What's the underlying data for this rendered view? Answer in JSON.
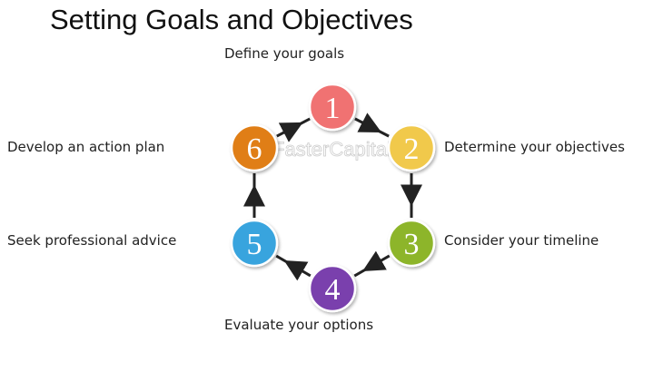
{
  "title": "Setting Goals and Objectives",
  "watermark": "FasterCapital",
  "steps": [
    {
      "number": "1",
      "label": "Define your goals",
      "color": "#f07272"
    },
    {
      "number": "2",
      "label": "Determine your objectives",
      "color": "#f1c94c"
    },
    {
      "number": "3",
      "label": "Consider your timeline",
      "color": "#8db52a"
    },
    {
      "number": "4",
      "label": "Evaluate your options",
      "color": "#7a40ad"
    },
    {
      "number": "5",
      "label": "Seek professional advice",
      "color": "#37a4de"
    },
    {
      "number": "6",
      "label": "Develop an action plan",
      "color": "#e07e12"
    }
  ]
}
